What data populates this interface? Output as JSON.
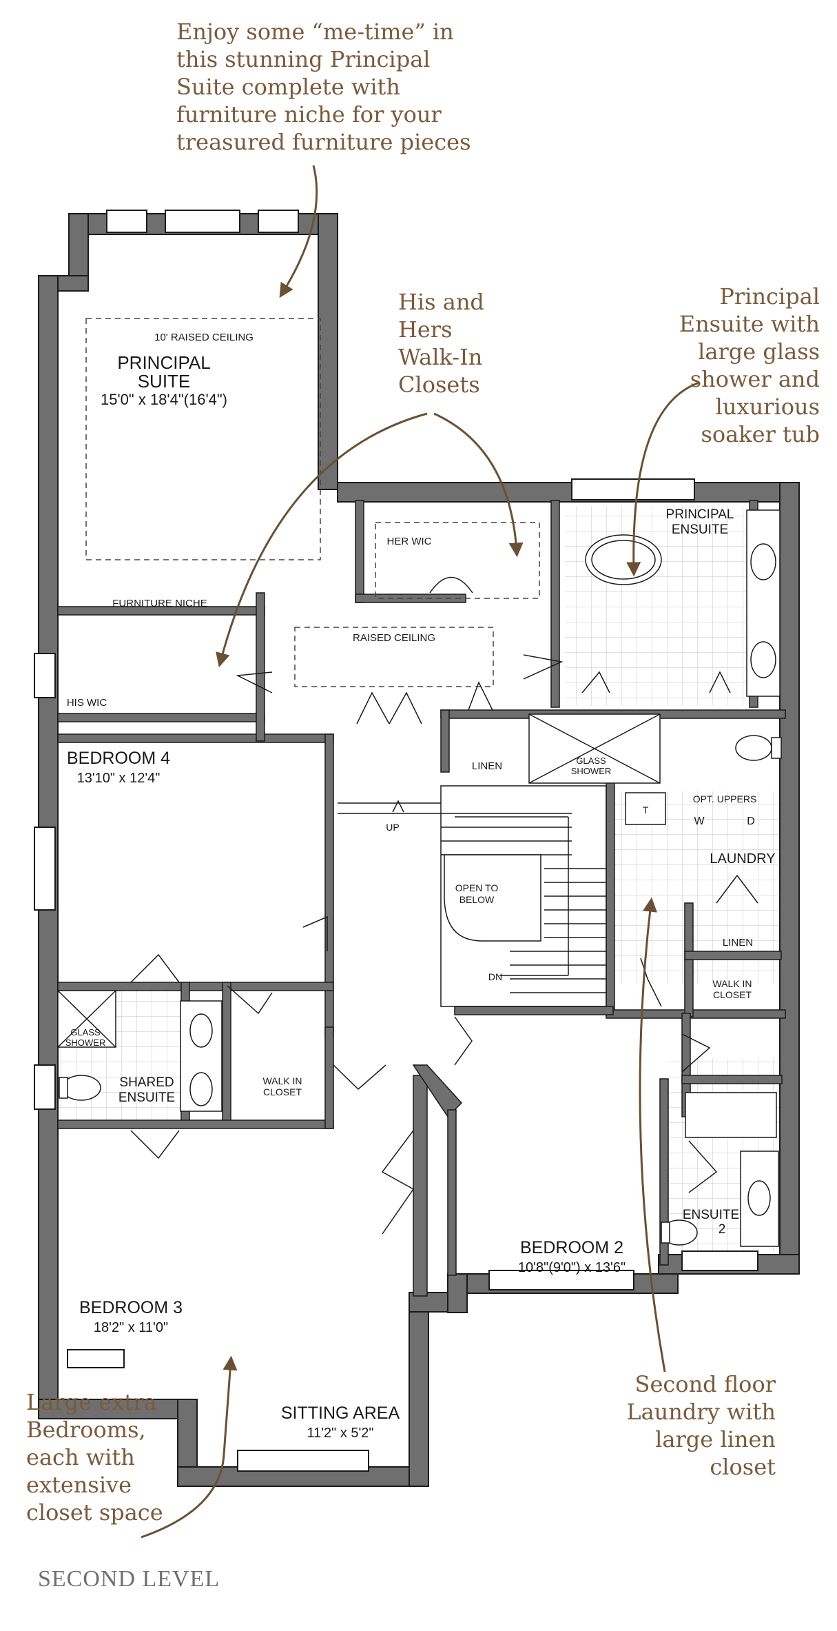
{
  "callouts": {
    "principal_suite": "Enjoy some “me-time” in\nthis stunning Principal\nSuite complete with\nfurniture niche for your\ntreasured furniture pieces",
    "closets": "His and\nHers\nWalk-In\nClosets",
    "ensuite": "Principal\nEnsuite with\nlarge glass\nshower and\nluxurious\nsoaker tub",
    "laundry": "Second floor\nLaundry with\nlarge linen\ncloset",
    "bedrooms": "Large extra\nBedrooms,\neach with\nextensive\ncloset space"
  },
  "rooms": {
    "raised_ceiling_10": "10' RAISED CEILING",
    "principal_suite_l1": "PRINCIPAL",
    "principal_suite_l2": "SUITE",
    "principal_suite_dim": "15'0\" x 18'4\"(16'4\")",
    "furniture_niche": "FURNITURE NICHE",
    "her_wic": "HER WIC",
    "his_wic": "HIS WIC",
    "raised_ceiling": "RAISED CEILING",
    "principal_ensuite_l1": "PRINCIPAL",
    "principal_ensuite_l2": "ENSUITE",
    "linen_1": "LINEN",
    "glass_shower_l1": "GLASS",
    "glass_shower_l2": "SHOWER",
    "opt_uppers": "OPT. UPPERS",
    "t": "T",
    "w": "W",
    "d": "D",
    "laundry": "LAUNDRY",
    "linen_2": "LINEN",
    "bedroom4": "BEDROOM 4",
    "bedroom4_dim": "13'10\" x 12'4\"",
    "up": "UP",
    "open_below_l1": "OPEN TO",
    "open_below_l2": "BELOW",
    "dn": "DN",
    "wic_l1": "WALK IN",
    "wic_l2": "CLOSET",
    "wic2_l1": "WALK IN",
    "wic2_l2": "CLOSET",
    "shared_shower_l1": "GLASS",
    "shared_shower_l2": "SHOWER",
    "shared_ensuite_l1": "SHARED",
    "shared_ensuite_l2": "ENSUITE",
    "ensuite2_l1": "ENSUITE",
    "ensuite2_l2": "2",
    "bedroom2": "BEDROOM 2",
    "bedroom2_dim": "10'8\"(9'0\") x 13'6\"",
    "bedroom3": "BEDROOM 3",
    "bedroom3_dim": "18'2\" x 11'0\"",
    "sitting_area": "SITTING AREA",
    "sitting_area_dim": "11'2\" x 5'2\""
  },
  "level_label": "SECOND LEVEL",
  "colors": {
    "wall": "#6f6f6f",
    "callout": "#7b5a3a",
    "tile": "#cfcfcf"
  }
}
